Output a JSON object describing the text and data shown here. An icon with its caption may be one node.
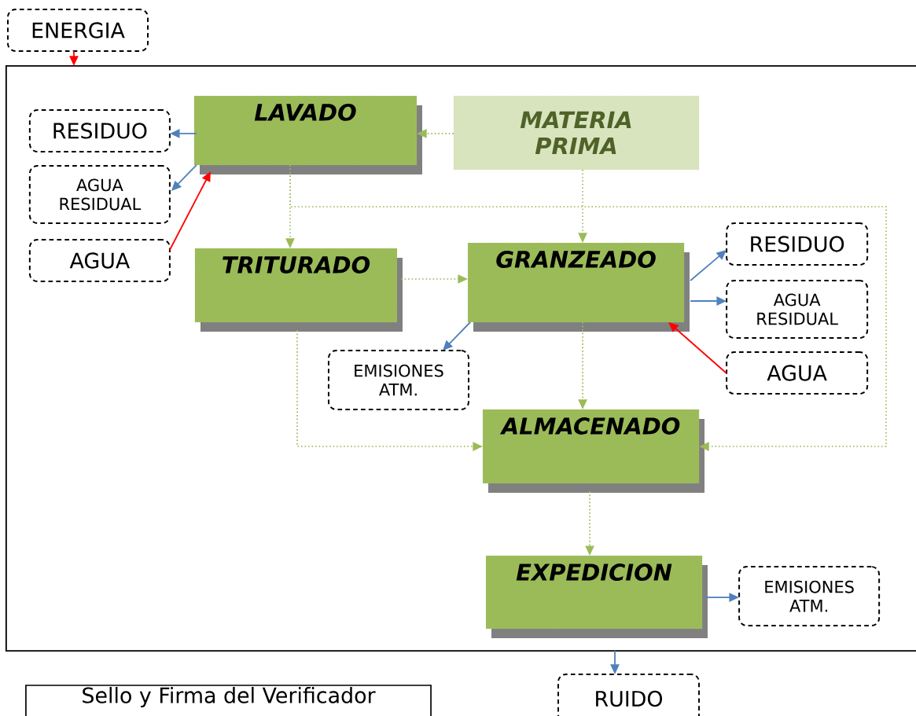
{
  "diagram": {
    "nodes": [
      {
        "text": [
          "ENERGIA"
        ]
      },
      {
        "text": [],
        "shape": "box"
      },
      {
        "text": [
          "LAVADO"
        ],
        "in": 1
      },
      {
        "text": [
          "MATERIA PRIMA"
        ],
        "in": 1
      },
      {
        "text": [
          "RESIDUO"
        ],
        "in": 1
      },
      {
        "text": [
          "AGUA RESIDUAL"
        ],
        "in": 1
      },
      {
        "text": [
          "AGUA"
        ],
        "in": 1
      },
      {
        "text": [
          "TRITURADO"
        ],
        "in": 1
      },
      {
        "text": [
          "GRANZEADO"
        ],
        "in": 1
      },
      {
        "text": [
          "RESIDUO"
        ],
        "in": 1
      },
      {
        "text": [
          "AGUA RESIDUAL"
        ],
        "in": 1
      },
      {
        "text": [
          "EMISIONES ATM."
        ],
        "in": 1
      },
      {
        "text": [
          "AGUA"
        ],
        "in": 1
      },
      {
        "text": [
          "ALMACENADO"
        ],
        "in": 1
      },
      {
        "text": [
          "EXPEDICION"
        ],
        "in": 1
      },
      {
        "text": [
          "EMISIONES ATM."
        ],
        "in": 1
      },
      {
        "text": [
          "RUIDO"
        ]
      },
      {
        "text": [
          "Sello y Firma del Verificador"
        ]
      }
    ],
    "edges": [
      {
        "from": 0,
        "to": 1,
        "arrow": "to",
        "color": "#ff0000"
      },
      {
        "from": 3,
        "to": 2,
        "arrow": "to",
        "style": "dashed"
      },
      {
        "from": 2,
        "to": 4,
        "arrow": "to",
        "color": "#4f81bd"
      },
      {
        "from": 2,
        "to": 5,
        "arrow": "to",
        "color": "#4f81bd"
      },
      {
        "from": 6,
        "to": 2,
        "arrow": "to",
        "color": "#ff0000"
      },
      {
        "from": 2,
        "to": 7,
        "arrow": "to",
        "style": "dashed"
      },
      {
        "from": 2,
        "to": 13,
        "arrow": "to",
        "style": "dashed"
      },
      {
        "from": 3,
        "to": 8,
        "arrow": "to",
        "style": "dashed"
      },
      {
        "from": 7,
        "to": 8,
        "arrow": "to",
        "style": "dashed"
      },
      {
        "from": 7,
        "to": 13,
        "arrow": "to",
        "style": "dashed"
      },
      {
        "from": 8,
        "to": 9,
        "arrow": "to",
        "color": "#4f81bd"
      },
      {
        "from": 8,
        "to": 10,
        "arrow": "to",
        "color": "#4f81bd"
      },
      {
        "from": 8,
        "to": 11,
        "arrow": "to",
        "color": "#4f81bd"
      },
      {
        "from": 12,
        "to": 8,
        "arrow": "to",
        "color": "#ff0000"
      },
      {
        "from": 8,
        "to": 13,
        "arrow": "to",
        "style": "dashed"
      },
      {
        "from": 13,
        "to": 14,
        "arrow": "to",
        "style": "dashed"
      },
      {
        "from": 14,
        "to": 15,
        "arrow": "to",
        "color": "#4f81bd"
      },
      {
        "from": 1,
        "to": 16,
        "arrow": "to",
        "color": "#4f81bd"
      }
    ]
  }
}
